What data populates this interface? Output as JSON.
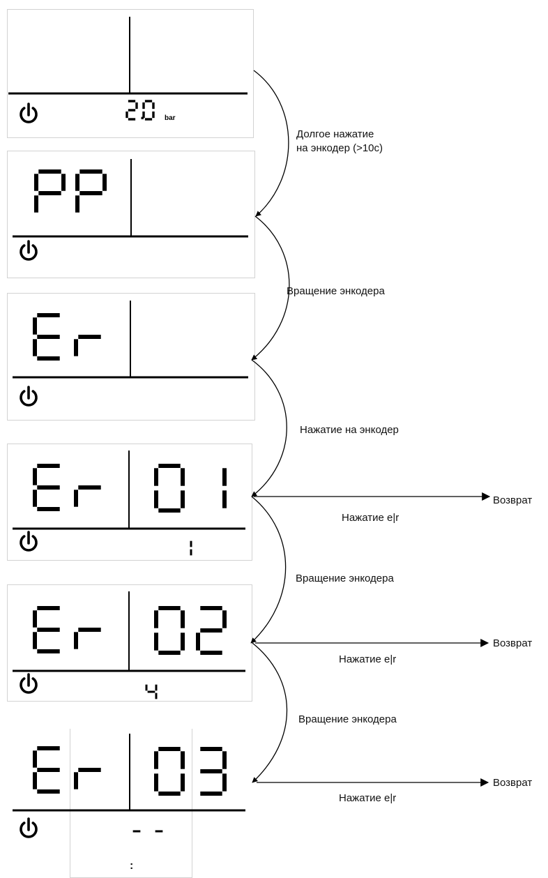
{
  "screens": [
    {
      "id": "pressure",
      "left": "",
      "right": "",
      "bottom": "2.0",
      "unit": "bar"
    },
    {
      "id": "pp",
      "left": "PP",
      "right": "",
      "bottom": "",
      "unit": ""
    },
    {
      "id": "er",
      "left": "Er",
      "right": "",
      "bottom": "",
      "unit": ""
    },
    {
      "id": "er01",
      "left": "Er",
      "right": "01",
      "bottom": "1",
      "unit": ""
    },
    {
      "id": "er02",
      "left": "Er",
      "right": "02",
      "bottom": "4",
      "unit": ""
    },
    {
      "id": "er03",
      "left": "Er",
      "right": "03",
      "bottom": "--",
      "unit": ""
    }
  ],
  "transitions": {
    "long_press_line1": "Долгое нажатие",
    "long_press_line2": "на энкодер (>10c)",
    "rotate_1": "Вращение энкодера",
    "press_encoder": "Нажатие на энкодер",
    "rotate_2": "Вращение энкодера",
    "rotate_3": "Вращение энкодера"
  },
  "returns": [
    {
      "target": "Возврат",
      "action": "Нажатие e|r"
    },
    {
      "target": "Возврат",
      "action": "Нажатие e|r"
    },
    {
      "target": "Возврат",
      "action": "Нажатие e|r"
    }
  ],
  "continuation": ":",
  "icons": {
    "power": "power-icon"
  },
  "colors": {
    "segment": "#000000",
    "panel_border": "#d2d2d2",
    "line": "#000000"
  }
}
